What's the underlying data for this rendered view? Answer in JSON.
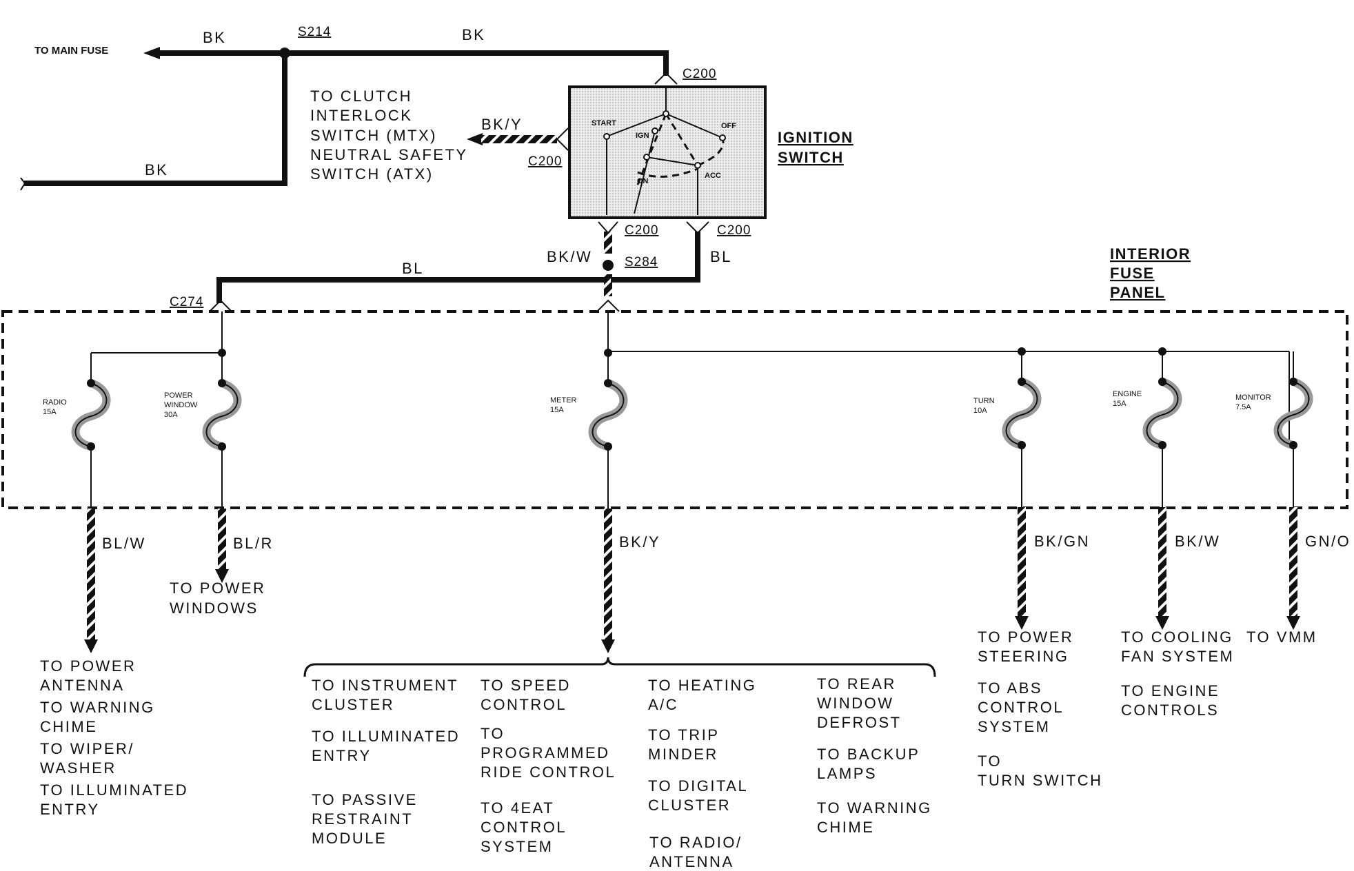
{
  "top": {
    "to_main_fuse": "TO MAIN FUSE",
    "wire_bk_left": "BK",
    "wire_bk_right": "BK",
    "wire_bk_lower": "BK",
    "splice_s214": "S214",
    "clutch_lines": [
      "TO CLUTCH",
      "INTERLOCK",
      "SWITCH (MTX)",
      "NEUTRAL SAFETY",
      "SWITCH (ATX)"
    ],
    "wire_bky": "BK/Y"
  },
  "ignition": {
    "title_lines": [
      "IGNITION",
      "SWITCH"
    ],
    "start": "START",
    "ign": "IGN",
    "off": "OFF",
    "on": "ON",
    "acc": "ACC",
    "c200_top": "C200",
    "c200_left": "C200",
    "c200_bottom_left": "C200",
    "c200_bottom_right": "C200"
  },
  "middle": {
    "wire_bkw": "BK/W",
    "splice_s284": "S284",
    "wire_bl_right": "BL",
    "wire_bl_left": "BL",
    "c274": "C274"
  },
  "fuse_panel": {
    "title_lines": [
      "INTERIOR",
      "FUSE",
      "PANEL"
    ],
    "fuses": [
      {
        "name": [
          "RADIO",
          "15A"
        ]
      },
      {
        "name": [
          "POWER",
          "WINDOW",
          "30A"
        ]
      },
      {
        "name": [
          "METER",
          "15A"
        ]
      },
      {
        "name": [
          "TURN",
          "10A"
        ]
      },
      {
        "name": [
          "ENGINE",
          "15A"
        ]
      },
      {
        "name": [
          "MONITOR",
          "7.5A"
        ]
      }
    ]
  },
  "outputs": {
    "wire_blw": "BL/W",
    "wire_blr": "BL/R",
    "wire_bky": "BK/Y",
    "wire_bkgn": "BK/GN",
    "wire_bkw": "BK/W",
    "wire_gno": "GN/O",
    "radio_dest": [
      "TO POWER",
      "ANTENNA",
      "TO WARNING",
      "CHIME",
      "TO WIPER/",
      "WASHER",
      "TO ILLUMINATED",
      "ENTRY"
    ],
    "power_window_dest": [
      "TO POWER",
      "WINDOWS"
    ],
    "meter_col1": [
      "TO INSTRUMENT",
      "CLUSTER",
      "TO ILLUMINATED",
      "ENTRY",
      "TO PASSIVE",
      "RESTRAINT",
      "MODULE"
    ],
    "meter_col2": [
      "TO SPEED",
      "CONTROL",
      "TO",
      "PROGRAMMED",
      "RIDE CONTROL",
      "TO 4EAT",
      "CONTROL",
      "SYSTEM"
    ],
    "meter_col3": [
      "TO HEATING",
      "A/C",
      "TO TRIP",
      "MINDER",
      "TO DIGITAL",
      "CLUSTER",
      "TO RADIO/",
      "ANTENNA"
    ],
    "meter_col4": [
      "TO REAR",
      "WINDOW",
      "DEFROST",
      "TO BACKUP",
      "LAMPS",
      "TO WARNING",
      "CHIME"
    ],
    "turn_dest": [
      "TO POWER",
      "STEERING",
      "TO ABS",
      "CONTROL",
      "SYSTEM",
      "TO",
      "TURN SWITCH"
    ],
    "engine_dest": [
      "TO COOLING",
      "FAN SYSTEM",
      "TO ENGINE",
      "CONTROLS"
    ],
    "monitor_dest": [
      "TO VMM"
    ]
  }
}
